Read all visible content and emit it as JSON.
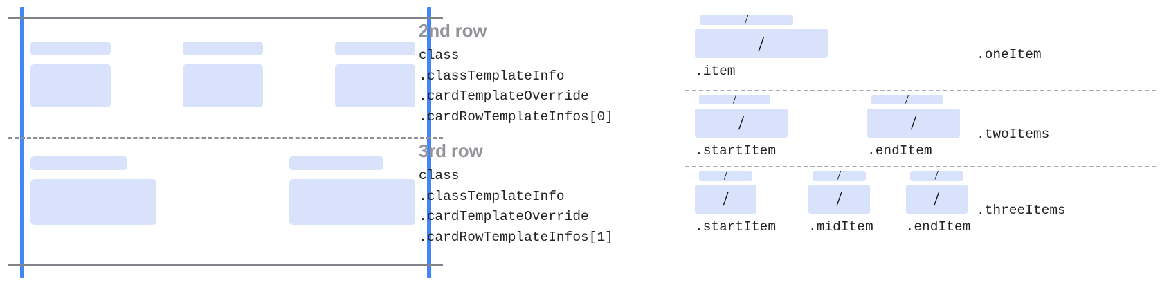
{
  "card_mock": {
    "name": "card-template-preview",
    "guides": {
      "vertical_rule_color": "#4285f4",
      "horizontal_rule_color": "#808389",
      "row_divider_style": "dashed"
    },
    "placeholder_color": "#d9e2fb",
    "rows": [
      {
        "name": "2nd row",
        "cells": [
          {
            "bar": "",
            "box": ""
          },
          {
            "bar": "",
            "box": ""
          },
          {
            "bar": "",
            "box": ""
          }
        ]
      },
      {
        "name": "3rd row",
        "cells": [
          {
            "bar": "",
            "box": ""
          },
          {
            "bar": "",
            "box": ""
          }
        ]
      }
    ]
  },
  "annotations": [
    {
      "title": "2nd row",
      "path_lines": [
        "class",
        ".classTemplateInfo",
        ".cardTemplateOverride",
        ".cardRowTemplateInfos[0]"
      ],
      "path_text": "class\n.classTemplateInfo\n.cardTemplateOverride\n.cardRowTemplateInfos[0]"
    },
    {
      "title": "3rd row",
      "path_lines": [
        "class",
        ".classTemplateInfo",
        ".cardTemplateOverride",
        ".cardRowTemplateInfos[1]"
      ],
      "path_text": "class\n.classTemplateInfo\n.cardTemplateOverride\n.cardRowTemplateInfos[1]"
    }
  ],
  "layout_variants": [
    {
      "name": ".oneItem",
      "slots": [
        {
          "label": ".item",
          "glyph": "/"
        }
      ]
    },
    {
      "name": ".twoItems",
      "slots": [
        {
          "label": ".startItem",
          "glyph": "/"
        },
        {
          "label": ".endItem",
          "glyph": "/"
        }
      ]
    },
    {
      "name": ".threeItems",
      "slots": [
        {
          "label": ".startItem",
          "glyph": "/"
        },
        {
          "label": ".midItem",
          "glyph": "/"
        },
        {
          "label": ".endItem",
          "glyph": "/"
        }
      ]
    }
  ]
}
